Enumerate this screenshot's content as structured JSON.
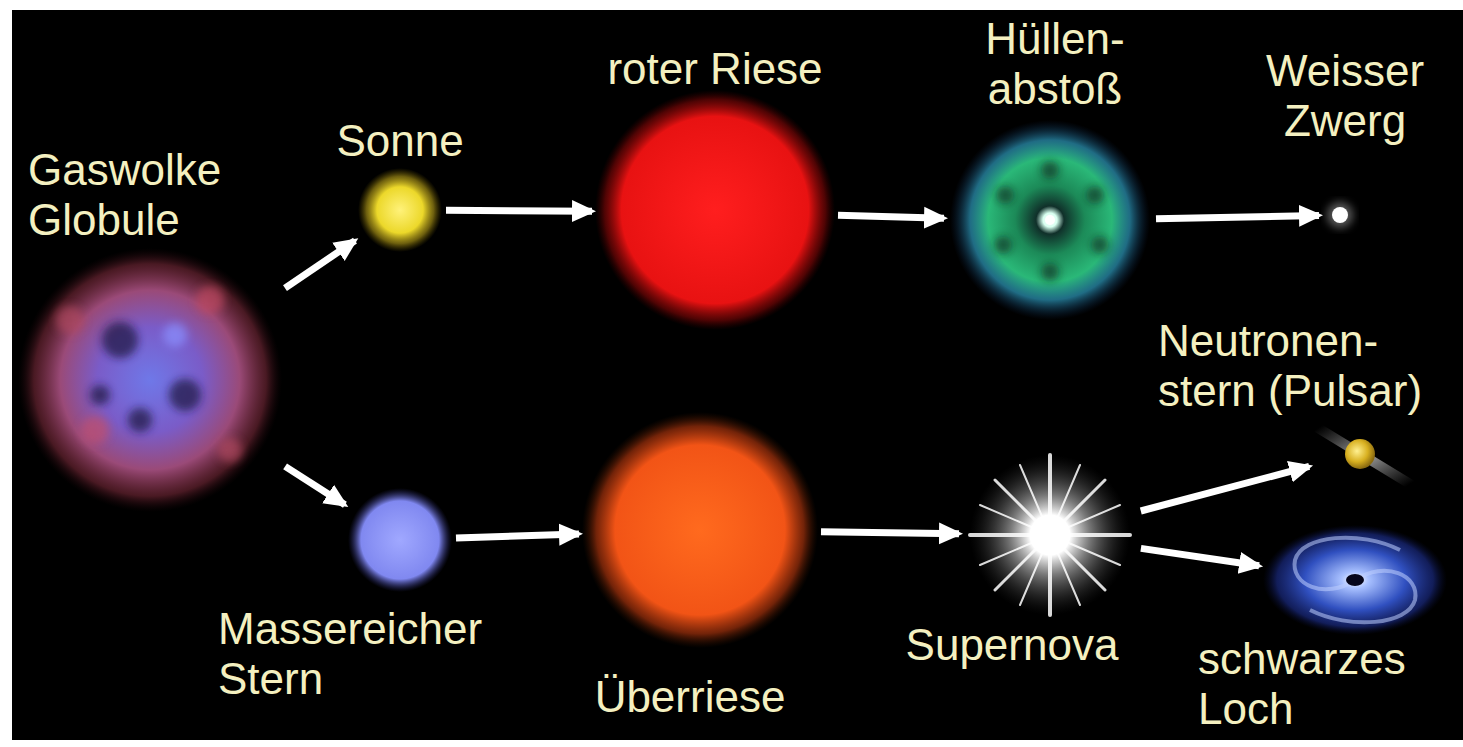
{
  "diagram": {
    "nodes": [
      {
        "text": [
          "Gaswolke Globule"
        ]
      },
      {
        "text": [
          "Sonne"
        ]
      },
      {
        "text": [
          "roter Riese"
        ]
      },
      {
        "text": [
          "Hüllen- abstoß"
        ]
      },
      {
        "text": [
          "Weisser Zwerg"
        ]
      },
      {
        "text": [
          "Massereicher Stern"
        ]
      },
      {
        "text": [
          "Überriese"
        ]
      },
      {
        "text": [
          "Supernova"
        ]
      },
      {
        "text": [
          "Neutronen- stern (Pulsar)"
        ]
      },
      {
        "text": [
          "schwarzes Loch"
        ]
      }
    ],
    "edges": [
      {
        "from": 0,
        "to": 1,
        "arrow": "to"
      },
      {
        "from": 1,
        "to": 2,
        "arrow": "to"
      },
      {
        "from": 2,
        "to": 3,
        "arrow": "to"
      },
      {
        "from": 3,
        "to": 4,
        "arrow": "to"
      },
      {
        "from": 0,
        "to": 5,
        "arrow": "to"
      },
      {
        "from": 5,
        "to": 6,
        "arrow": "to"
      },
      {
        "from": 6,
        "to": 7,
        "arrow": "to"
      },
      {
        "from": 7,
        "to": 8,
        "arrow": "to"
      },
      {
        "from": 7,
        "to": 9,
        "arrow": "to"
      }
    ]
  }
}
